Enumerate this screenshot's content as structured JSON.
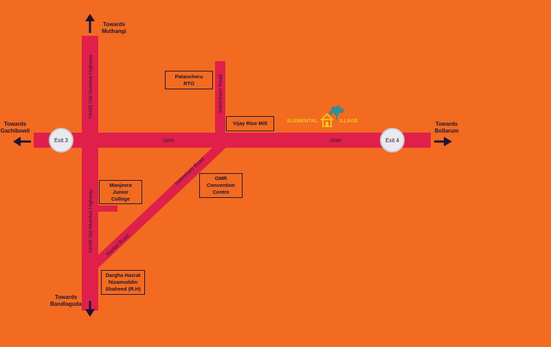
{
  "colors": {
    "background": "#f26b21",
    "road": "#e0204a",
    "ink": "#1e1433",
    "logo": "#f7c21b"
  },
  "directions": {
    "muthangi": [
      "Towards",
      "Muthangi"
    ],
    "gachibowli": [
      "Towards",
      "Gachibowli"
    ],
    "bollarum": [
      "Towards",
      "Bollarum"
    ],
    "bandlaguda": [
      "Towards",
      "Bandlaguda"
    ]
  },
  "roads": {
    "nh65_upper": "NH65 Old Mumbai Highway",
    "nh65_lower": "NH65 Old Mumbai Highway",
    "orr_left": "ORR",
    "orr_right": "ORR",
    "indresham_upper": "Indresham Road",
    "indresham_diagonal": "Indresham Road",
    "market_road": "Market Road"
  },
  "exits": {
    "exit3": "Exit 3",
    "exit4": "Exit 4"
  },
  "landmarks": {
    "patancheru": [
      "Patancheru",
      "RTO"
    ],
    "vijay": [
      "Vijay Rice Mill"
    ],
    "gmr": [
      "GMR",
      "Convention",
      "Centre"
    ],
    "manjeera": [
      "Manjeera",
      "Junior",
      "College"
    ],
    "dargha": [
      "Dargha Hazrat",
      "Nizamuddin",
      "Shaheed (R.H)"
    ]
  },
  "logo": {
    "part1": "ELEMENTAL",
    "part2": "ILLAGE",
    "icon": "tree-house-icon"
  }
}
